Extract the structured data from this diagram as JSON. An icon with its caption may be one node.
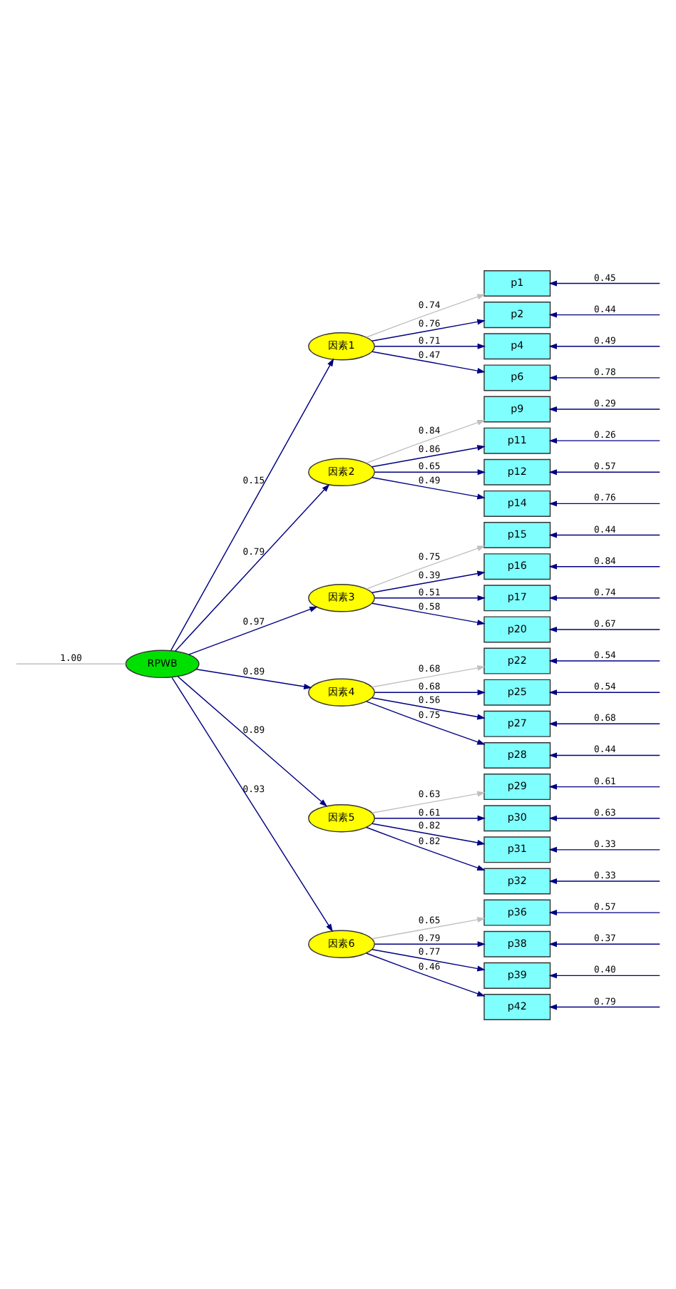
{
  "diagram": {
    "nodes": [
      {
        "text": [
          "RPWB"
        ]
      },
      {
        "text": [
          "因素1"
        ]
      },
      {
        "text": [
          "因素2"
        ]
      },
      {
        "text": [
          "因素3"
        ]
      },
      {
        "text": [
          "因素4"
        ]
      },
      {
        "text": [
          "因素5"
        ]
      },
      {
        "text": [
          "因素6"
        ]
      },
      {
        "text": [
          "p1"
        ]
      },
      {
        "text": [
          "p2"
        ]
      },
      {
        "text": [
          "p4"
        ]
      },
      {
        "text": [
          "p6"
        ]
      },
      {
        "text": [
          "p9"
        ]
      },
      {
        "text": [
          "p11"
        ]
      },
      {
        "text": [
          "p12"
        ]
      },
      {
        "text": [
          "p14"
        ]
      },
      {
        "text": [
          "p15"
        ]
      },
      {
        "text": [
          "p16"
        ]
      },
      {
        "text": [
          "p17"
        ]
      },
      {
        "text": [
          "p20"
        ]
      },
      {
        "text": [
          "p22"
        ]
      },
      {
        "text": [
          "p25"
        ]
      },
      {
        "text": [
          "p27"
        ]
      },
      {
        "text": [
          "p28"
        ]
      },
      {
        "text": [
          "p29"
        ]
      },
      {
        "text": [
          "p30"
        ]
      },
      {
        "text": [
          "p31"
        ]
      },
      {
        "text": [
          "p32"
        ]
      },
      {
        "text": [
          "p36"
        ]
      },
      {
        "text": [
          "p38"
        ]
      },
      {
        "text": [
          "p39"
        ]
      },
      {
        "text": [
          "p42"
        ]
      }
    ],
    "edges": [
      {
        "from": null,
        "to": 0,
        "arrow": "none",
        "label": "1.00",
        "color": "#c0c0c0"
      },
      {
        "from": 0,
        "to": 1,
        "arrow": "to",
        "label": "0.15"
      },
      {
        "from": 0,
        "to": 2,
        "arrow": "to",
        "label": "0.79"
      },
      {
        "from": 0,
        "to": 3,
        "arrow": "to",
        "label": "0.97"
      },
      {
        "from": 0,
        "to": 4,
        "arrow": "to",
        "label": "0.89"
      },
      {
        "from": 0,
        "to": 5,
        "arrow": "to",
        "label": "0.89"
      },
      {
        "from": 0,
        "to": 6,
        "arrow": "to",
        "label": "0.93"
      },
      {
        "from": 1,
        "to": 7,
        "arrow": "to",
        "label": "0.74",
        "color": "#c0c0c0"
      },
      {
        "from": 1,
        "to": 8,
        "arrow": "to",
        "label": "0.76"
      },
      {
        "from": 1,
        "to": 9,
        "arrow": "to",
        "label": "0.71"
      },
      {
        "from": 1,
        "to": 10,
        "arrow": "to",
        "label": "0.47"
      },
      {
        "from": 2,
        "to": 11,
        "arrow": "to",
        "label": "0.84",
        "color": "#c0c0c0"
      },
      {
        "from": 2,
        "to": 12,
        "arrow": "to",
        "label": "0.86"
      },
      {
        "from": 2,
        "to": 13,
        "arrow": "to",
        "label": "0.65"
      },
      {
        "from": 2,
        "to": 14,
        "arrow": "to",
        "label": "0.49"
      },
      {
        "from": 3,
        "to": 15,
        "arrow": "to",
        "label": "0.75",
        "color": "#c0c0c0"
      },
      {
        "from": 3,
        "to": 16,
        "arrow": "to",
        "label": "0.39"
      },
      {
        "from": 3,
        "to": 17,
        "arrow": "to",
        "label": "0.51"
      },
      {
        "from": 3,
        "to": 18,
        "arrow": "to",
        "label": "0.58"
      },
      {
        "from": 4,
        "to": 19,
        "arrow": "to",
        "label": "0.68",
        "color": "#c0c0c0"
      },
      {
        "from": 4,
        "to": 20,
        "arrow": "to",
        "label": "0.68"
      },
      {
        "from": 4,
        "to": 21,
        "arrow": "to",
        "label": "0.56"
      },
      {
        "from": 4,
        "to": 22,
        "arrow": "to",
        "label": "0.75"
      },
      {
        "from": 5,
        "to": 23,
        "arrow": "to",
        "label": "0.63",
        "color": "#c0c0c0"
      },
      {
        "from": 5,
        "to": 24,
        "arrow": "to",
        "label": "0.61"
      },
      {
        "from": 5,
        "to": 25,
        "arrow": "to",
        "label": "0.82"
      },
      {
        "from": 5,
        "to": 26,
        "arrow": "to",
        "label": "0.82"
      },
      {
        "from": 6,
        "to": 27,
        "arrow": "to",
        "label": "0.65",
        "color": "#c0c0c0"
      },
      {
        "from": 6,
        "to": 28,
        "arrow": "to",
        "label": "0.79"
      },
      {
        "from": 6,
        "to": 29,
        "arrow": "to",
        "label": "0.77"
      },
      {
        "from": 6,
        "to": 30,
        "arrow": "to",
        "label": "0.46"
      },
      {
        "from": null,
        "to": 7,
        "arrow": "to",
        "label": "0.45"
      },
      {
        "from": null,
        "to": 8,
        "arrow": "to",
        "label": "0.44"
      },
      {
        "from": null,
        "to": 9,
        "arrow": "to",
        "label": "0.49"
      },
      {
        "from": null,
        "to": 10,
        "arrow": "to",
        "label": "0.78"
      },
      {
        "from": null,
        "to": 11,
        "arrow": "to",
        "label": "0.29"
      },
      {
        "from": null,
        "to": 12,
        "arrow": "to",
        "label": "0.26"
      },
      {
        "from": null,
        "to": 13,
        "arrow": "to",
        "label": "0.57"
      },
      {
        "from": null,
        "to": 14,
        "arrow": "to",
        "label": "0.76"
      },
      {
        "from": null,
        "to": 15,
        "arrow": "to",
        "label": "0.44"
      },
      {
        "from": null,
        "to": 16,
        "arrow": "to",
        "label": "0.84"
      },
      {
        "from": null,
        "to": 17,
        "arrow": "to",
        "label": "0.74"
      },
      {
        "from": null,
        "to": 18,
        "arrow": "to",
        "label": "0.67"
      },
      {
        "from": null,
        "to": 19,
        "arrow": "to",
        "label": "0.54"
      },
      {
        "from": null,
        "to": 20,
        "arrow": "to",
        "label": "0.54"
      },
      {
        "from": null,
        "to": 21,
        "arrow": "to",
        "label": "0.68"
      },
      {
        "from": null,
        "to": 22,
        "arrow": "to",
        "label": "0.44"
      },
      {
        "from": null,
        "to": 23,
        "arrow": "to",
        "label": "0.61"
      },
      {
        "from": null,
        "to": 24,
        "arrow": "to",
        "label": "0.63"
      },
      {
        "from": null,
        "to": 25,
        "arrow": "to",
        "label": "0.33"
      },
      {
        "from": null,
        "to": 26,
        "arrow": "to",
        "label": "0.33"
      },
      {
        "from": null,
        "to": 27,
        "arrow": "to",
        "label": "0.57"
      },
      {
        "from": null,
        "to": 28,
        "arrow": "to",
        "label": "0.37"
      },
      {
        "from": null,
        "to": 29,
        "arrow": "to",
        "label": "0.40"
      },
      {
        "from": null,
        "to": 30,
        "arrow": "to",
        "label": "0.79"
      }
    ]
  }
}
